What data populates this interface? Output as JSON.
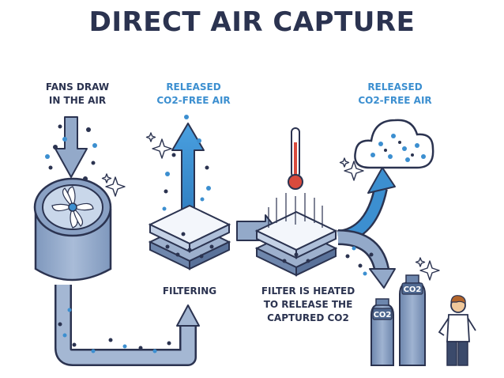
{
  "title": "DIRECT AIR CAPTURE",
  "labels": {
    "fans_line1": "FANS DRAW",
    "fans_line2": "IN THE AIR",
    "released1_line1": "RELEASED",
    "released1_line2": "CO2-FREE AIR",
    "released2_line1": "RELEASED",
    "released2_line2": "CO2-FREE AIR",
    "filtering": "FILTERING",
    "heated_line1": "FILTER IS HEATED",
    "heated_line2": "TO RELEASE THE",
    "heated_line3": "CAPTURED CO2",
    "tank_small": "CO2",
    "tank_tall": "CO2"
  },
  "colors": {
    "navy": "#2b3350",
    "blue": "#3c8fd0",
    "pipe": "#93a9c9",
    "outline": "#2b3350",
    "thermometer_red": "#d94a3d"
  },
  "icons": [
    "fan-icon",
    "filter-stack-icon",
    "thermometer-icon",
    "cloud-icon",
    "co2-tank-icon",
    "person-icon",
    "sparkle-icon"
  ]
}
